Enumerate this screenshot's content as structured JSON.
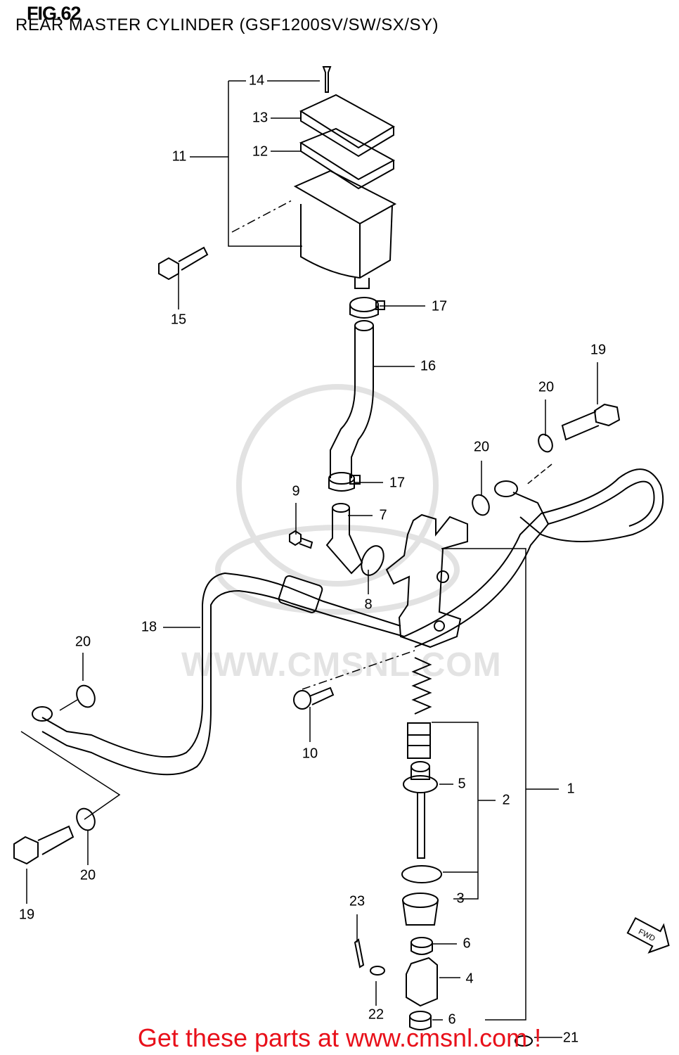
{
  "figure_label": "FIG.62",
  "title": "REAR MASTER CYLINDER (GSF1200SV/SW/SX/SY)",
  "watermark": "WWW.CMSNL.COM",
  "footer": "Get these parts at www.cmsnl.com !",
  "fwd_label": "FWD",
  "part_numbers": {
    "n1": "1",
    "n2": "2",
    "n3": "3",
    "n4": "4",
    "n5": "5",
    "n6a": "6",
    "n6b": "6",
    "n7": "7",
    "n8": "8",
    "n9": "9",
    "n10": "10",
    "n11": "11",
    "n12": "12",
    "n13": "13",
    "n14": "14",
    "n15": "15",
    "n16": "16",
    "n17a": "17",
    "n17b": "17",
    "n18": "18",
    "n19a": "19",
    "n19b": "19",
    "n20a": "20",
    "n20b": "20",
    "n20c": "20",
    "n20d": "20",
    "n21": "21",
    "n22": "22",
    "n23": "23"
  }
}
